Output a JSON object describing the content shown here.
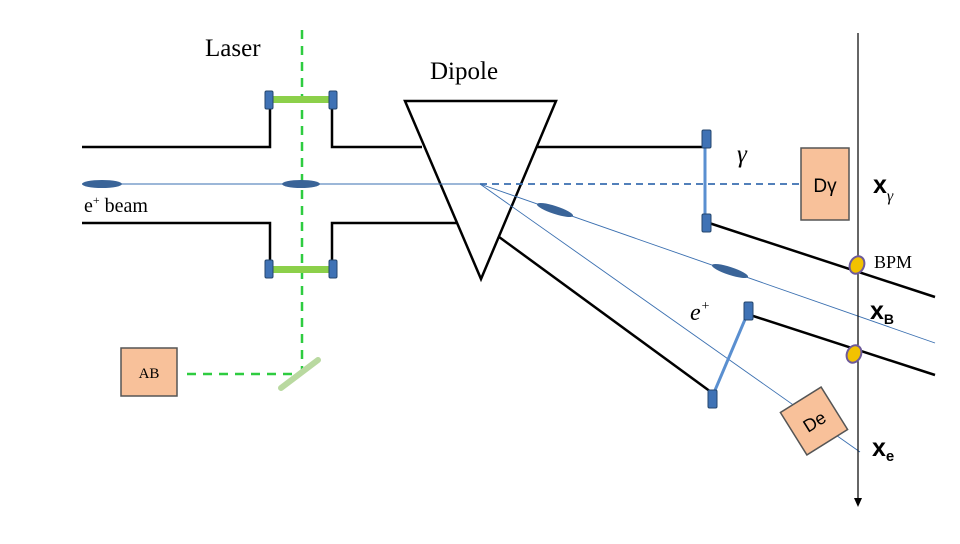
{
  "labels": {
    "laser": "Laser",
    "dipole": "Dipole",
    "gamma": "γ",
    "beam_prefix": "e",
    "beam_sup": "+",
    "beam_suffix": " beam",
    "positron_base": "e",
    "positron_sup": "+",
    "bpm": "BPM",
    "d_gamma": "Dγ",
    "de": "De",
    "ab": "AB",
    "x_gamma_base": "x",
    "x_gamma_sub": "γ",
    "x_b_base": "x",
    "x_b_sub": "B",
    "x_e_base": "x",
    "x_e_sub": "e"
  },
  "colors": {
    "line": "#000000",
    "beam": "#3a6fb0",
    "laser": "#2ecc40",
    "mirror": "#8cd04a",
    "box_fill": "#f8c19a",
    "box_stroke": "#555555",
    "cap_fill": "#3f72b5",
    "cap_stroke": "#24466e",
    "bpm_fill": "#f2c200",
    "bpm_stroke": "#6d5a9a",
    "bunch": "#3a6498",
    "ab_mirror": "#b9d9a0"
  }
}
